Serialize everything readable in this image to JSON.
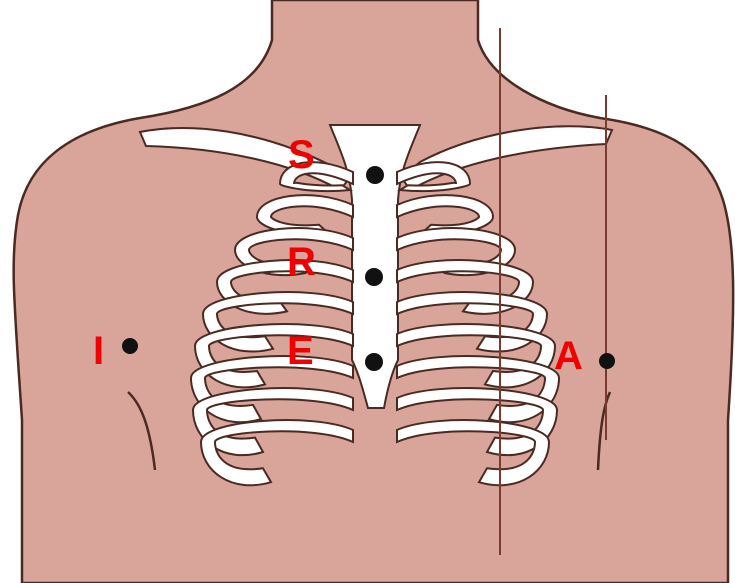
{
  "labels": {
    "s": "S",
    "r": "R",
    "e": "E",
    "i": "I",
    "a": "A"
  },
  "colors": {
    "skin": "#d9a59a",
    "outline": "#4a2a22",
    "bone": "#ffffff",
    "label": "#f00000",
    "dot": "#111111",
    "line": "#7a3a30"
  }
}
